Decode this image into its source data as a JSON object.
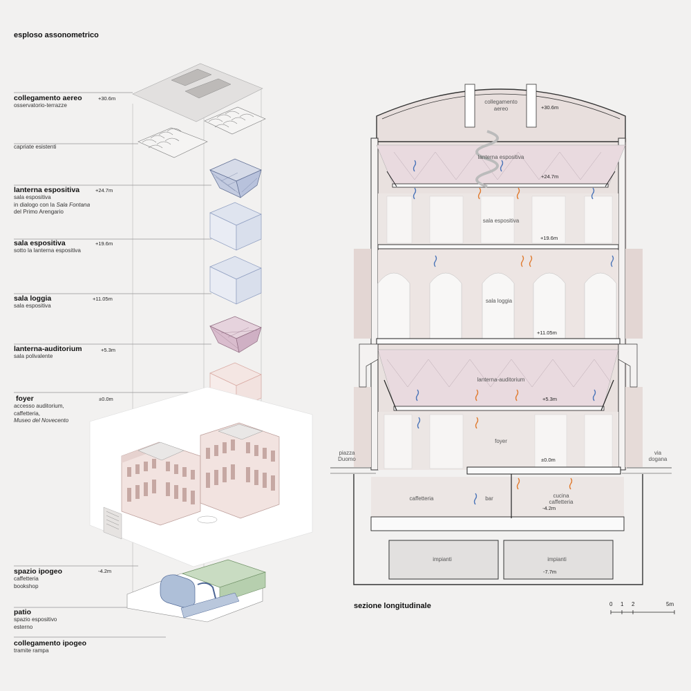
{
  "axonometric": {
    "title": "esploso assonometrico",
    "layers": [
      {
        "main": "collegamento aereo",
        "sub": [
          "osservatorio-terrazze"
        ],
        "elevation": "+30.6m"
      },
      {
        "main": "",
        "sub": [
          "capriate esistenti"
        ],
        "elevation": ""
      },
      {
        "main": "lanterna espositiva",
        "sub": [
          "sala espositiva",
          "in dialogo con la ",
          "Sala Fontana",
          "del Primo Arengario"
        ],
        "elevation": "+24.7m"
      },
      {
        "main": "sala espositiva",
        "sub": [
          "sotto la lanterna espositiva"
        ],
        "elevation": "+19.6m"
      },
      {
        "main": "sala loggia",
        "sub": [
          "sala espositiva"
        ],
        "elevation": "+11.05m"
      },
      {
        "main": "lanterna-auditorium",
        "sub": [
          "sala polivalente"
        ],
        "elevation": "+5.3m"
      },
      {
        "main": "foyer",
        "sub": [
          "accesso auditorium,",
          "caffetteria,",
          "Museo del Novecento"
        ],
        "elevation": "±0.0m"
      },
      {
        "main": "spazio ipogeo",
        "sub": [
          "caffetteria",
          "bookshop"
        ],
        "elevation": "-4.2m"
      },
      {
        "main": "patio",
        "sub": [
          "spazio espositivo",
          "esterno"
        ],
        "elevation": ""
      },
      {
        "main": "collegamento ipogeo",
        "sub": [
          "tramite rampa"
        ],
        "elevation": ""
      }
    ]
  },
  "section": {
    "title": "sezione longitudinale",
    "rooms": {
      "collegamento": "collegamento",
      "aereo": "aereo",
      "lanterna_espositiva": "lanterna espositiva",
      "sala_espositiva": "sala espositiva",
      "sala_loggia": "sala loggia",
      "lanterna_auditorium": "lanterna-auditorium",
      "foyer": "foyer",
      "caffetteria": "caffetteria",
      "bar": "bar",
      "cucina": "cucina",
      "cucina2": "caffetteria",
      "impianti_left": "impianti",
      "impianti_right": "impianti",
      "piazza1": "piazza",
      "piazza2": "Duomo",
      "via1": "via",
      "via2": "dogana"
    },
    "elevations": {
      "e306": "+30.6m",
      "e247": "+24.7m",
      "e196": "+19.6m",
      "e1105": "+11.05m",
      "e53": "+5.3m",
      "e00": "±0.0m",
      "em42": "-4.2m",
      "em77": "-7.7m"
    }
  },
  "scale": {
    "labels": [
      "0",
      "1",
      "2",
      "5m"
    ]
  },
  "colors": {
    "interior": "#e8dfdd",
    "pink_wall": "#dcc9c6",
    "light": "#ebe9e7",
    "blue_arrow": "#4a74b8",
    "orange_arrow": "#e07a2e",
    "lantern_pink": "#cfa9b8",
    "lantern_blue": "#8fa4c4",
    "green": "#a8c4a0"
  }
}
